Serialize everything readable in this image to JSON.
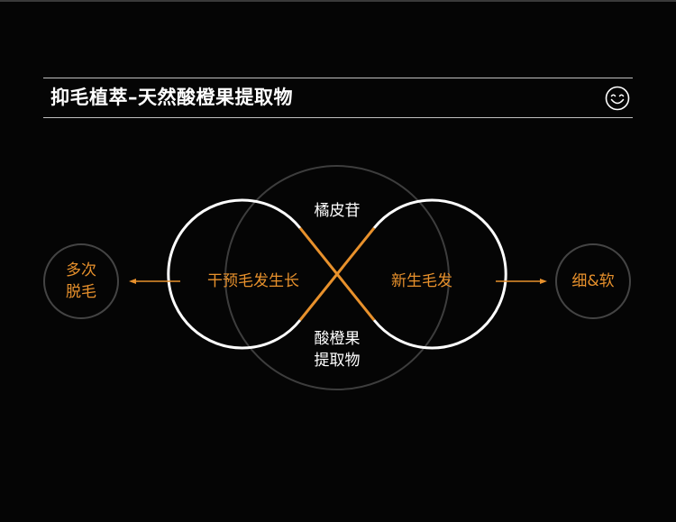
{
  "header": {
    "title": "抑毛植萃–天然酸橙果提取物"
  },
  "icons": {
    "header_icon": "smiley-icon"
  },
  "colors": {
    "accent": "#e8912c",
    "ring": "#ffffff",
    "dim_ring": "#3d3d3d",
    "background": "#050505"
  },
  "diagram": {
    "ingredient_top": "橘皮苷",
    "ingredient_bottom_line1": "酸橙果",
    "ingredient_bottom_line2": "提取物",
    "left_loop_label": "干预毛发生长",
    "right_loop_label": "新生毛发",
    "left_result_line1": "多次",
    "left_result_line2": "脱毛",
    "right_result": "细&软"
  }
}
